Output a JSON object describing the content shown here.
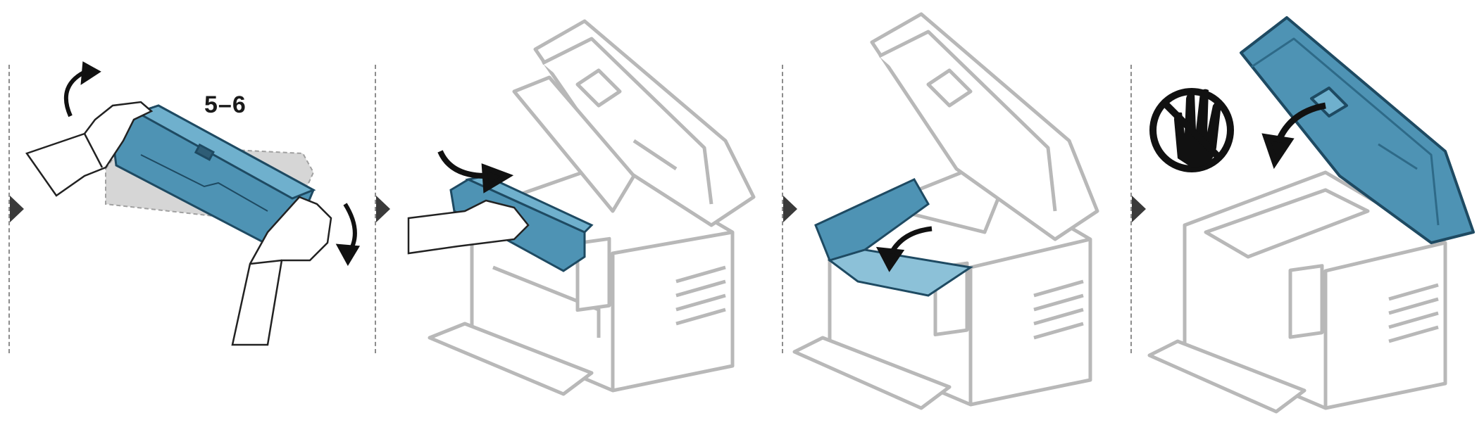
{
  "steps": [
    {
      "id": 1,
      "label": "5–6"
    },
    {
      "id": 2
    },
    {
      "id": 3
    },
    {
      "id": 4,
      "warning_icon": "no-touch-hand-icon"
    }
  ],
  "colors": {
    "accent": "#4e93b4",
    "accent_dark": "#1e4a62",
    "line": "#222222",
    "ghost": "#bdbdbd",
    "printer_outline": "#b8b8b8"
  }
}
